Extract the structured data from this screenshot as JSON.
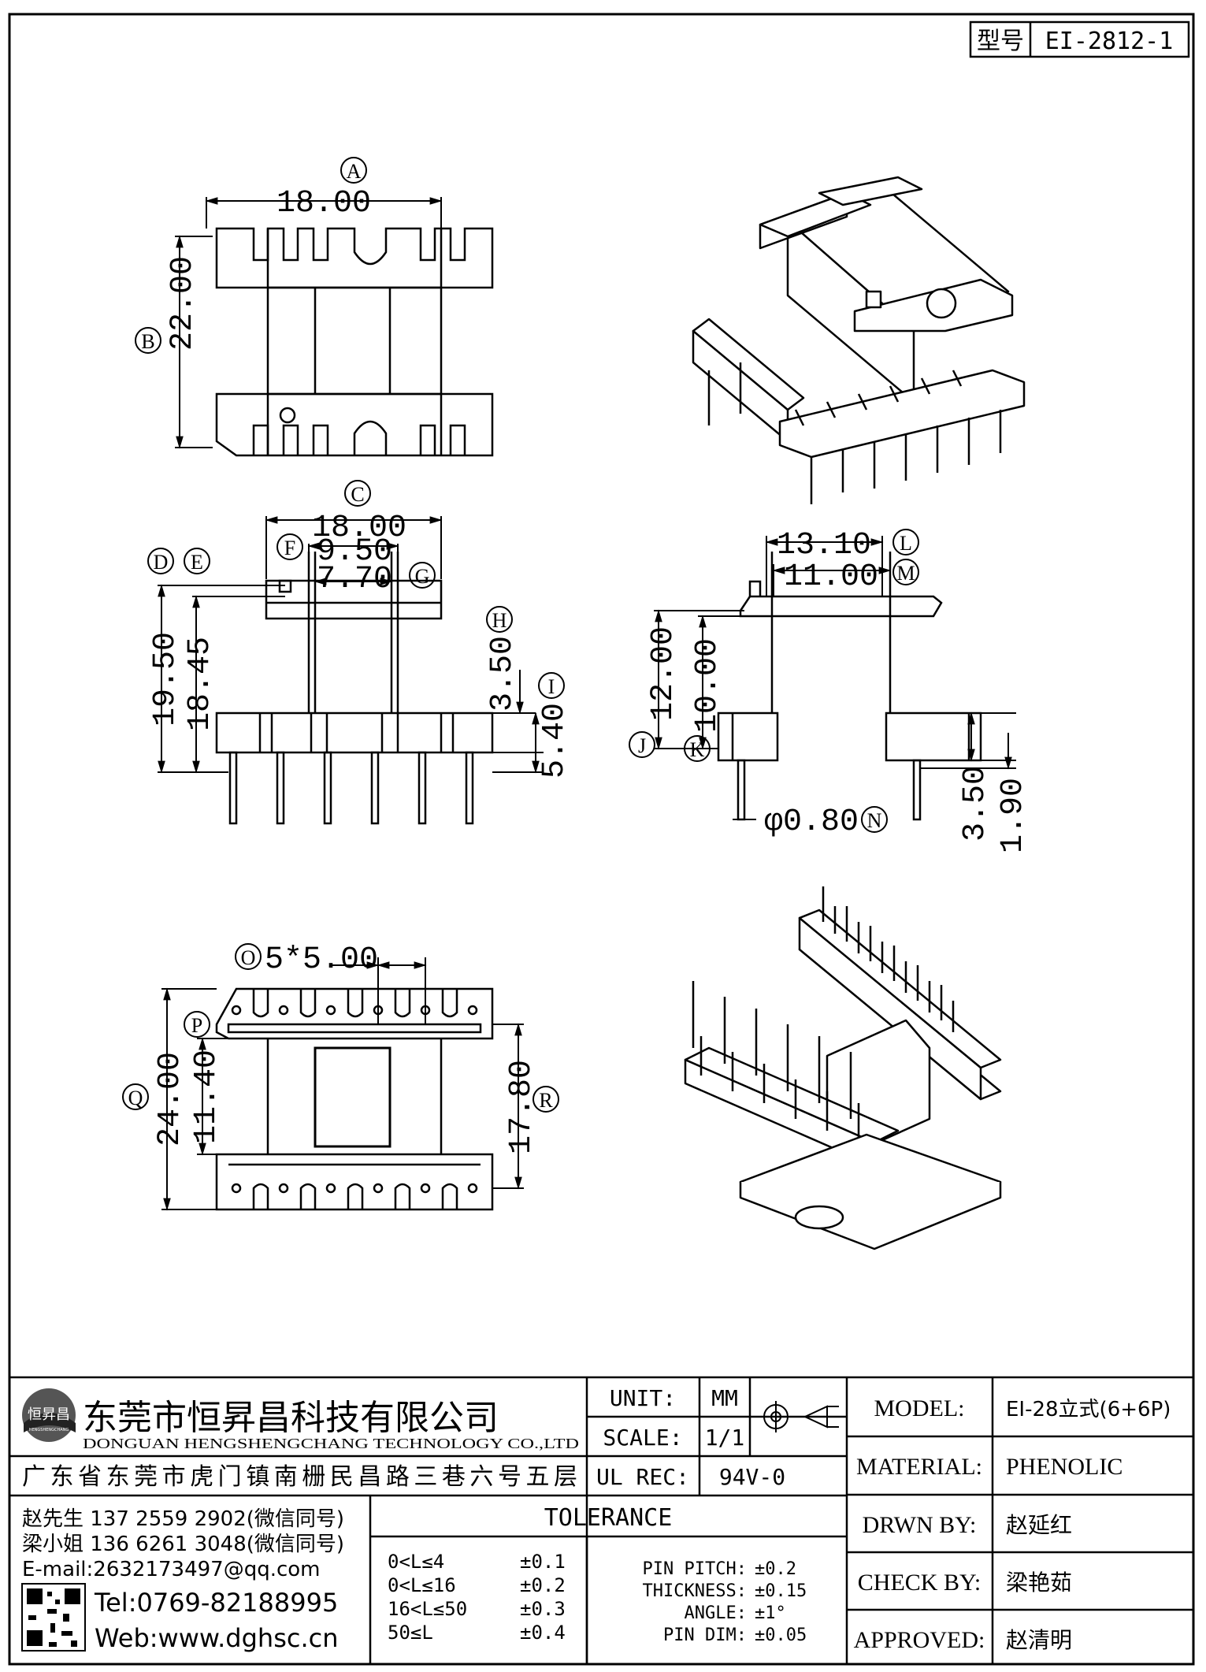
{
  "model_box": {
    "label": "型号",
    "value": "EI-2812-1"
  },
  "dimensions": {
    "A": "18.00",
    "B": "22.00",
    "C": "18.00",
    "D": "19.50",
    "E": "18.45",
    "F": "9.50",
    "G": "7.70",
    "H": "3.50",
    "I": "5.40",
    "J": "12.00",
    "K": "10.00",
    "L": "13.10",
    "M": "11.00",
    "N": "φ0.80",
    "side_a": "3.50",
    "side_b": "1.90",
    "O": "5*5.00",
    "P": "11.40",
    "Q": "24.00",
    "R": "17.80"
  },
  "callouts": [
    "A",
    "B",
    "C",
    "D",
    "E",
    "F",
    "G",
    "H",
    "I",
    "J",
    "K",
    "L",
    "M",
    "N",
    "O",
    "P",
    "Q",
    "R"
  ],
  "company": {
    "name_cn": "东莞市恒昇昌科技有限公司",
    "name_en": "DONGUAN HENGSHENGCHANG TECHNOLOGY CO.,LTD",
    "logo_text": "恒昇昌",
    "logo_sub": "HENGSHENGCHANG",
    "address": "广东省东莞市虎门镇南栅民昌路三巷六号五层",
    "contact1": "赵先生 137 2559 2902(微信同号)",
    "contact2": "梁小姐 136 6261 3048(微信同号)",
    "email": "E-mail:2632173497@qq.com",
    "tel": "Tel:0769-82188995",
    "web": "Web:www.dghsc.cn"
  },
  "spec": {
    "unit_label": "UNIT:",
    "unit_value": "MM",
    "scale_label": "SCALE:",
    "scale_value": "1/1",
    "ulrec_label": "UL REC:",
    "ulrec_value": "94V-0",
    "tolerance_title": "TOLERANCE",
    "tolerances": [
      {
        "range": "0<L≤4",
        "value": "±0.1"
      },
      {
        "range": "0<L≤16",
        "value": "±0.2"
      },
      {
        "range": "16<L≤50",
        "value": "±0.3"
      },
      {
        "range": "50≤L",
        "value": "±0.4"
      }
    ],
    "extras": [
      {
        "label": "PIN PITCH:",
        "value": "±0.2"
      },
      {
        "label": "THICKNESS:",
        "value": "±0.15"
      },
      {
        "label": "ANGLE:",
        "value": "±1°"
      },
      {
        "label": "PIN DIM:",
        "value": "±0.05"
      }
    ]
  },
  "title_block": [
    {
      "label": "MODEL:",
      "value": "EI-28立式(6+6P)"
    },
    {
      "label": "MATERIAL:",
      "value": "PHENOLIC"
    },
    {
      "label": "DRWN BY:",
      "value": "赵延红"
    },
    {
      "label": "CHECK BY:",
      "value": "梁艳茹"
    },
    {
      "label": "APPROVED:",
      "value": "赵清明"
    }
  ]
}
